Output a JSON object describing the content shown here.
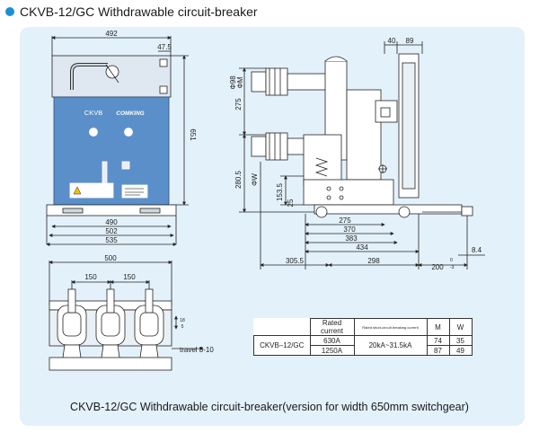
{
  "heading": "CKVB-12/GC Withdrawable circuit-breaker",
  "caption": "CKVB-12/GC Withdrawable circuit-breaker(version for width 650mm switchgear)",
  "colors": {
    "bullet": "#1a8fd6",
    "panel": "#e3f1fb",
    "front_face": "#5b8fc9"
  },
  "front_view": {
    "brand_left": "CKVB",
    "brand_right": "COMKING",
    "dims": {
      "top_width": "492",
      "top_right": "47.5",
      "height": "651",
      "w490": "490",
      "w502": "502",
      "w535": "535"
    }
  },
  "side_view": {
    "dims": {
      "d40": "40",
      "d89": "89",
      "phi98": "Φ98",
      "phiM": "ΦM",
      "d275_v": "275",
      "d280": "280.5",
      "phiW": "ΦW",
      "d153": "153.5",
      "d25": "25",
      "d275_h": "275",
      "d370": "370",
      "d383": "383",
      "d434": "434",
      "d305": "305.5",
      "d298": "298",
      "d200": "200",
      "tol": "0",
      "tol2": "-3",
      "d84": "8.4"
    }
  },
  "top_view": {
    "dims": {
      "d500": "500",
      "d150a": "150",
      "d150b": "150",
      "d18": "18",
      "d5": "5"
    },
    "travel": "travel 8-10"
  },
  "spec_table": {
    "headers": [
      "Rated current",
      "Rated short-circuit breaking current",
      "M",
      "W"
    ],
    "model": "CKVB–12/GC",
    "breaking": "20kA~31.5kA",
    "rows": [
      {
        "current": "630A",
        "m": "74",
        "w": "35"
      },
      {
        "current": "1250A",
        "m": "87",
        "w": "49"
      }
    ]
  }
}
